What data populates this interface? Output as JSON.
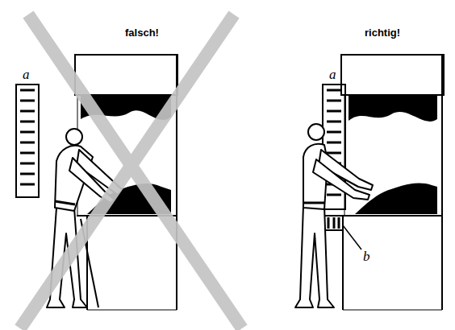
{
  "diagram": {
    "labels": [
      "falsch!",
      "a",
      "richtig!",
      "a",
      "b"
    ]
  }
}
